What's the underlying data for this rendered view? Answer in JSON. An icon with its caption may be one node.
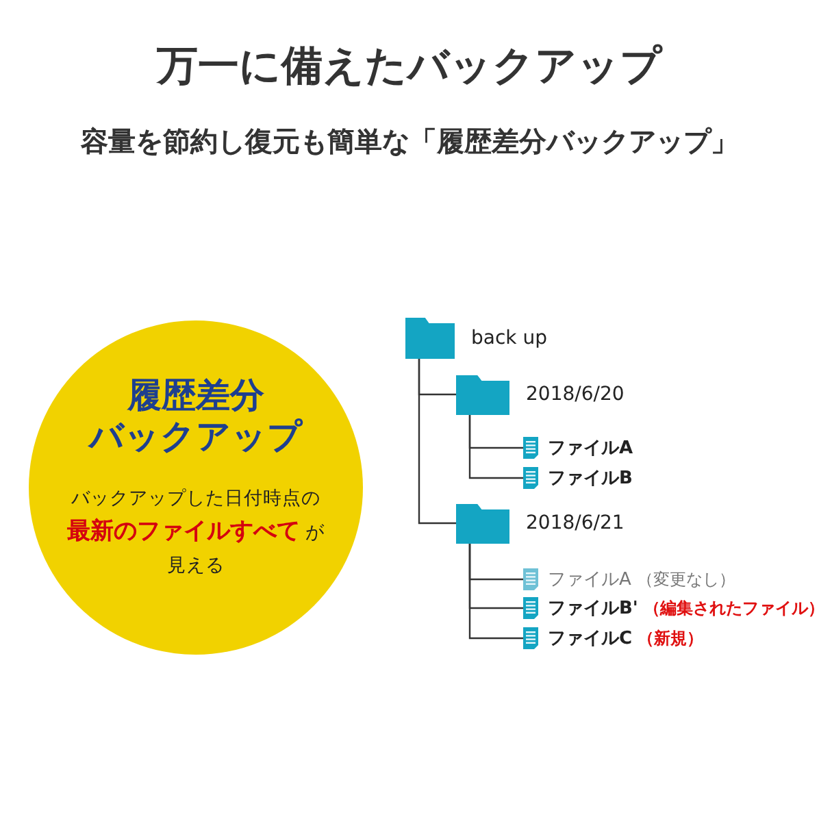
{
  "diagram": {
    "title": "万一に備えたバックアップ",
    "nodes": [
      {
        "text": [
          "履歴差分バックアップ",
          "バックアップした日付時点の**最新のファイルすべて** が見える"
        ]
      },
      {
        "text": [
          "back up"
        ]
      },
      {
        "text": [
          "2018/6/20"
        ]
      },
      {
        "text": [
          "ファイルA"
        ]
      },
      {
        "text": [
          "ファイルB"
        ]
      },
      {
        "text": [
          "2018/6/21"
        ]
      },
      {
        "text": [
          "ファイルA"
        ]
      },
      {
        "text": [
          "ファイルB'"
        ]
      },
      {
        "text": [
          "ファイルC"
        ]
      }
    ],
    "edges": [
      {
        "from": 1,
        "to": 2,
        "arrow": "none"
      },
      {
        "from": 1,
        "to": 5,
        "arrow": "none"
      },
      {
        "from": 2,
        "to": 3,
        "arrow": "none"
      },
      {
        "from": 2,
        "to": 4,
        "arrow": "none"
      },
      {
        "from": 5,
        "to": 6,
        "arrow": "none"
      },
      {
        "from": 5,
        "to": 7,
        "arrow": "none"
      },
      {
        "from": 5,
        "to": 8,
        "arrow": "none"
      }
    ],
    "labels": [
      "容量を節約し復元も簡単な「履歴差分バックアップ」",
      "（変更なし）",
      "（編集されたファイル）",
      "（新規）"
    ]
  }
}
